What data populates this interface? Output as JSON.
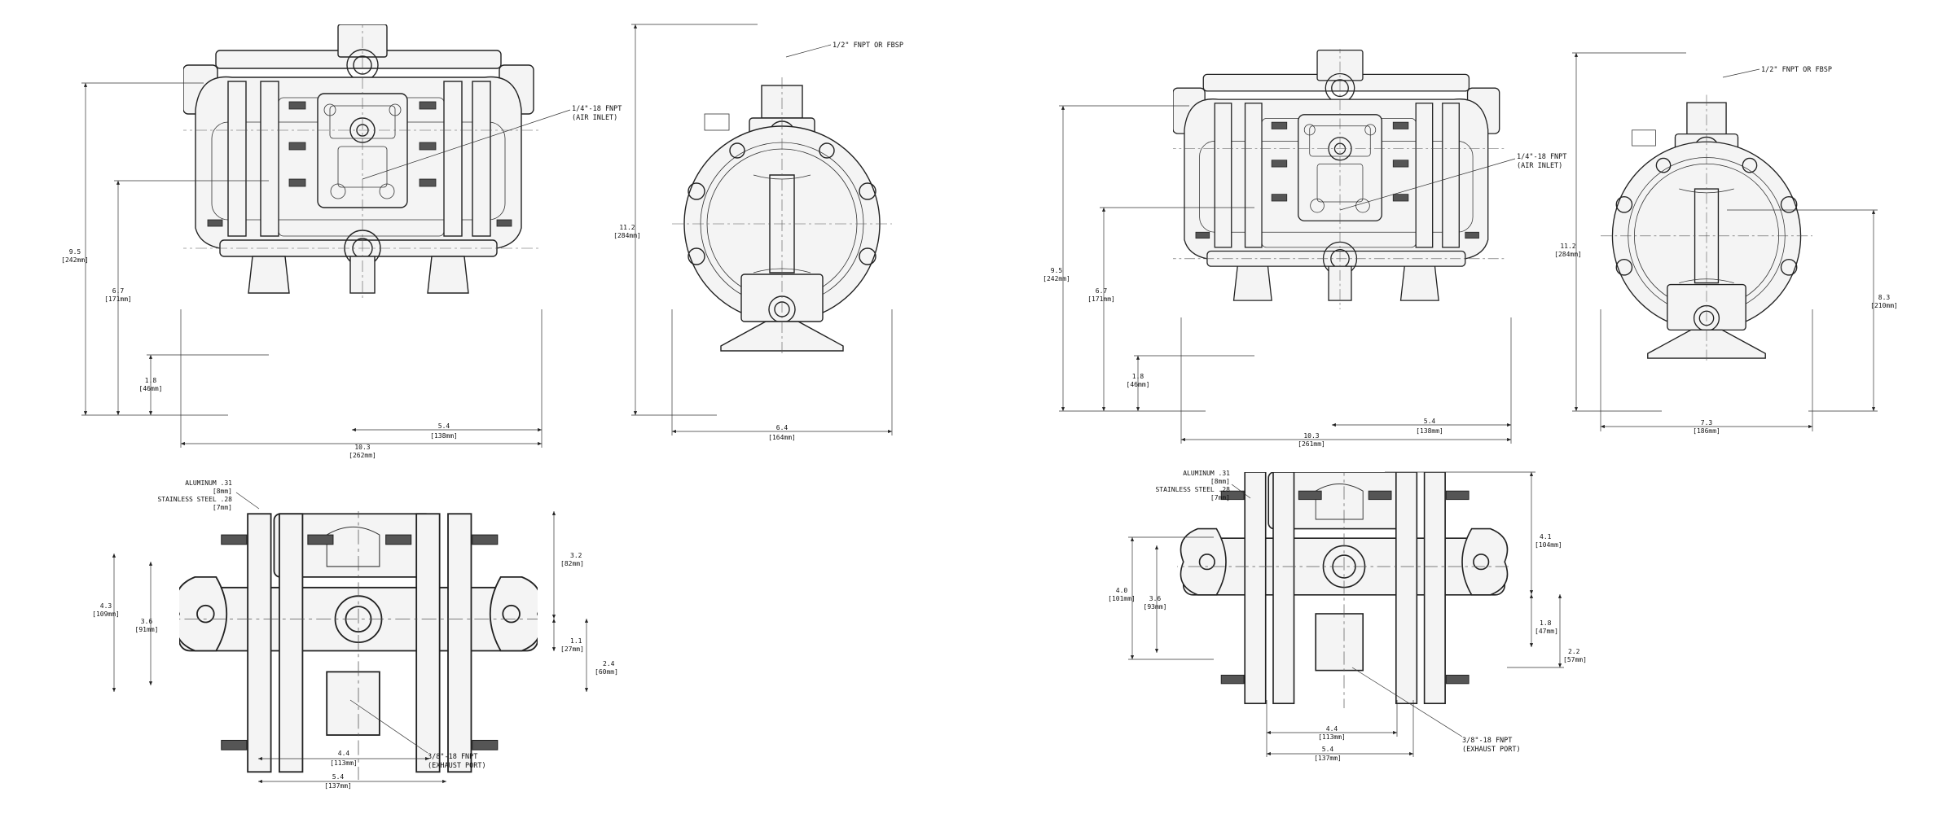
{
  "drawing": {
    "left_set": {
      "front": {
        "air_inlet_note": [
          "1/4\"-18 FNPT",
          "(AIR INLET)"
        ],
        "dims": [
          {
            "id": "h_overall",
            "value": "9.5",
            "metric": "[242mm]"
          },
          {
            "id": "h_center",
            "value": "6.7",
            "metric": "[171mm]"
          },
          {
            "id": "h_outlet",
            "value": "1.8",
            "metric": "[46mm]"
          },
          {
            "id": "w_overall",
            "value": "10.3",
            "metric": "[262mm]"
          },
          {
            "id": "w_half",
            "value": "5.4",
            "metric": "[138mm]"
          }
        ]
      },
      "side": {
        "port_note": "1/2\" FNPT OR FBSP",
        "dims": [
          {
            "id": "h_overall",
            "value": "11.2",
            "metric": "[284mm]"
          },
          {
            "id": "w_base",
            "value": "6.4",
            "metric": "[164mm]"
          }
        ]
      },
      "top": {
        "material_note": [
          {
            "label": "ALUMINUM .31",
            "metric": "[8mm]"
          },
          {
            "label": "STAINLESS STEEL .28",
            "metric": "[7mm]"
          }
        ],
        "exhaust_note": [
          "3/8\"-18 FNPT",
          "(EXHAUST PORT)"
        ],
        "dims": [
          {
            "id": "w_total",
            "value": "4.3",
            "metric": "[109mm]"
          },
          {
            "id": "w_bolt",
            "value": "3.6",
            "metric": "[91mm]"
          },
          {
            "id": "d_top",
            "value": "3.2",
            "metric": "[82mm]"
          },
          {
            "id": "d_mid",
            "value": "1.1",
            "metric": "[27mm]"
          },
          {
            "id": "d_low",
            "value": "2.4",
            "metric": "[60mm]"
          },
          {
            "id": "l_inner",
            "value": "4.4",
            "metric": "[113mm]"
          },
          {
            "id": "l_outer",
            "value": "5.4",
            "metric": "[137mm]"
          }
        ]
      }
    },
    "right_set": {
      "front": {
        "air_inlet_note": [
          "1/4\"-18 FNPT",
          "(AIR INLET)"
        ],
        "dims": [
          {
            "id": "h_overall",
            "value": "9.5",
            "metric": "[242mm]"
          },
          {
            "id": "h_center",
            "value": "6.7",
            "metric": "[171mm]"
          },
          {
            "id": "h_outlet",
            "value": "1.8",
            "metric": "[46mm]"
          },
          {
            "id": "w_overall",
            "value": "10.3",
            "metric": "[261mm]"
          },
          {
            "id": "w_half",
            "value": "5.4",
            "metric": "[138mm]"
          }
        ]
      },
      "side": {
        "port_note": "1/2\" FNPT OR FBSP",
        "dims": [
          {
            "id": "h_overall",
            "value": "11.2",
            "metric": "[284mm]"
          },
          {
            "id": "h_center",
            "value": "8.3",
            "metric": "[210mm]"
          },
          {
            "id": "w_base",
            "value": "7.3",
            "metric": "[186mm]"
          }
        ]
      },
      "top": {
        "material_note": [
          {
            "label": "ALUMINUM .31",
            "metric": "[8mm]"
          },
          {
            "label": "STAINLESS STEEL .28",
            "metric": "[7mm]"
          }
        ],
        "exhaust_note": [
          "3/8\"-18 FNPT",
          "(EXHAUST PORT)"
        ],
        "dims": [
          {
            "id": "w_total",
            "value": "4.0",
            "metric": "[101mm]"
          },
          {
            "id": "w_bolt",
            "value": "3.6",
            "metric": "[93mm]"
          },
          {
            "id": "d_top",
            "value": "4.1",
            "metric": "[104mm]"
          },
          {
            "id": "d_mid",
            "value": "1.8",
            "metric": "[47mm]"
          },
          {
            "id": "d_low",
            "value": "2.2",
            "metric": "[57mm]"
          },
          {
            "id": "l_inner",
            "value": "4.4",
            "metric": "[113mm]"
          },
          {
            "id": "l_outer",
            "value": "5.4",
            "metric": "[137mm]"
          }
        ]
      }
    }
  }
}
